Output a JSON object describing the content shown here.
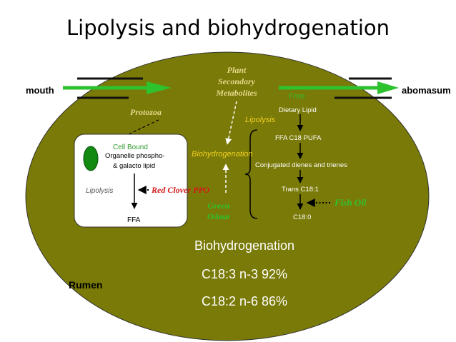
{
  "title": "Lipolysis and biohydrogenation",
  "colors": {
    "rumen_fill": "#7a7a08",
    "arrow_green": "#2ec22e",
    "cell_green": "#128a12",
    "plant_text": "#e6d88a",
    "lipolysis_yellow": "#f0d020",
    "red": "#d41a1a",
    "white": "#ffffff"
  },
  "labels": {
    "mouth": "mouth",
    "abomasum": "abomasum",
    "plant_metabolites": [
      "Plant",
      "Secondary",
      "Metabolites"
    ],
    "free": "Free",
    "lipolysis_top": "Lipolysis",
    "dietary_lipid": "Dietary Lipid",
    "ffa_pufa": "FFA C18 PUFA",
    "conjugated": "Conjugated dienes and trienes",
    "trans": "Trans C18:1",
    "c18_0": "C18:0",
    "fish_oil": "Fish Oil",
    "biohydrogenation_mid": "Biohydrogenation",
    "green_odour": [
      "Green",
      "Odour"
    ],
    "red_clover": "Red Clover PPO",
    "protozoa": "Protozoa",
    "cell_bound": "Cell Bound",
    "organelle": [
      "Organelle phospho-",
      "& galacto lipid"
    ],
    "lipolysis_box": "Lipolysis",
    "ffa_box": "FFA",
    "rumen": "Rumen",
    "stats_title": "Biohydrogenation",
    "stat1": "C18:3 n-3 92%",
    "stat2": "C18:2 n-6 86%"
  }
}
